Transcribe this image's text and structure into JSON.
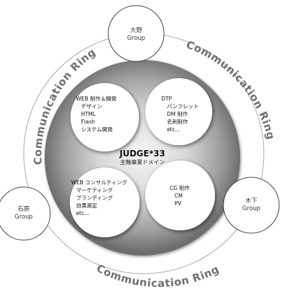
{
  "ring": {
    "label_top_left": "Communication Ring",
    "label_top_right": "Communication Ring",
    "label_left": "Communication Ring",
    "label_bottom": "Communication Ring"
  },
  "groups": {
    "top": {
      "line1": "大野",
      "line2": "Group"
    },
    "left": {
      "line1": "石原",
      "line2": "Group"
    },
    "right": {
      "line1": "木下",
      "line2": "Group"
    }
  },
  "core": {
    "title": "JUDGE*33",
    "subtitle": "主軸事業ドメイン"
  },
  "domains": {
    "web_production": [
      "WEB 制作＆開発",
      "デザイン",
      "HTML",
      "Flash",
      "システム開発"
    ],
    "dtp": [
      "DTP",
      "パンフレット",
      "DM 制作",
      "名刺制作",
      "etc..."
    ],
    "web_consulting": [
      "WEB コンサルティング",
      "マーケティング",
      "ブランディング",
      "効果測定",
      "etc..."
    ],
    "cg": [
      "CG 制作",
      "CM",
      "PV"
    ]
  },
  "colors": {
    "ring_line": "#9a9a9a",
    "ring_text": "#6f6f6f",
    "core_light": "#f4f4f4",
    "core_dark": "#7a7a7a",
    "bubble_fill": "#ffffff",
    "group_border": "#444444"
  }
}
